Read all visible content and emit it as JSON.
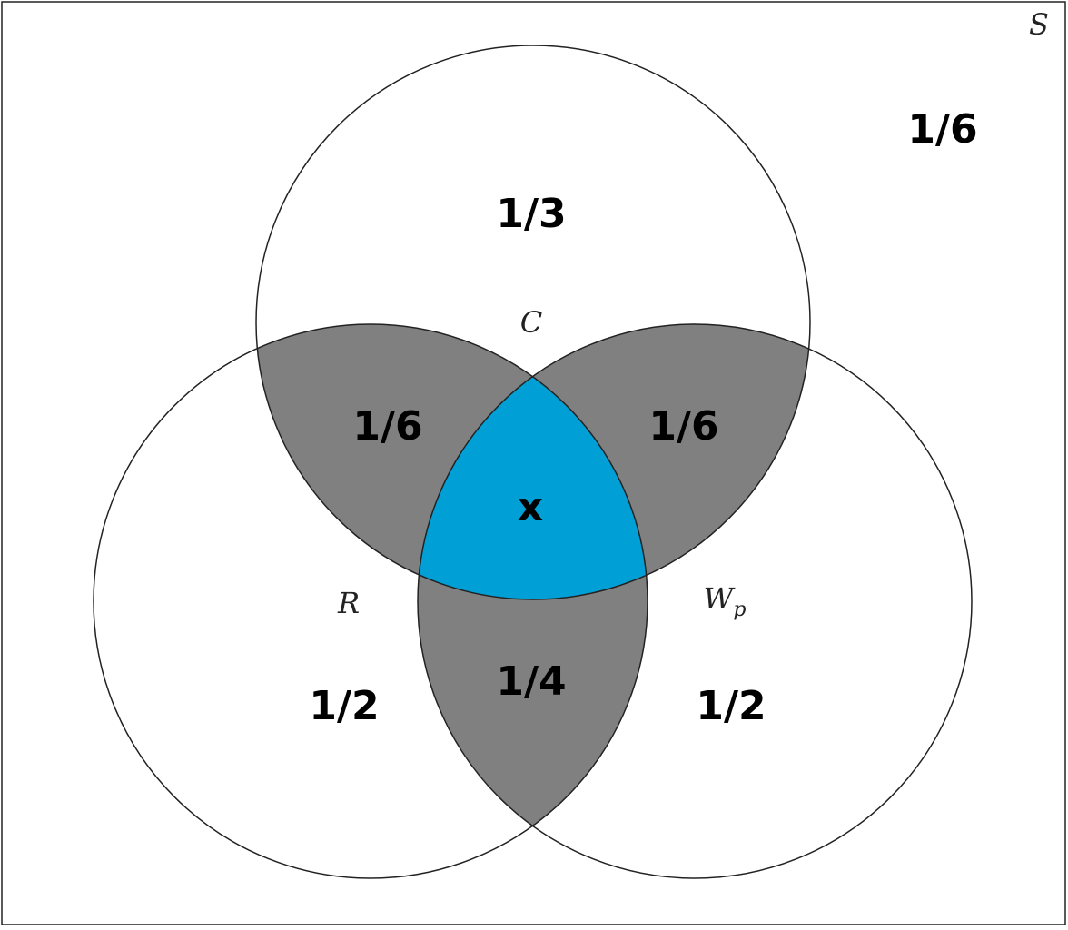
{
  "sets": {
    "universe": "S",
    "top": "C",
    "left": "R",
    "right_main": "W",
    "right_sub": "p"
  },
  "regions": {
    "outside": "1/6",
    "c_only": "1/3",
    "c_and_r": "1/6",
    "c_and_w": "1/6",
    "center": "x",
    "r_and_w": "1/4",
    "r_only": "1/2",
    "w_only": "1/2"
  },
  "colors": {
    "pair_overlap": "#808080",
    "triple_overlap": "#00a0d6",
    "outline": "#222222"
  }
}
